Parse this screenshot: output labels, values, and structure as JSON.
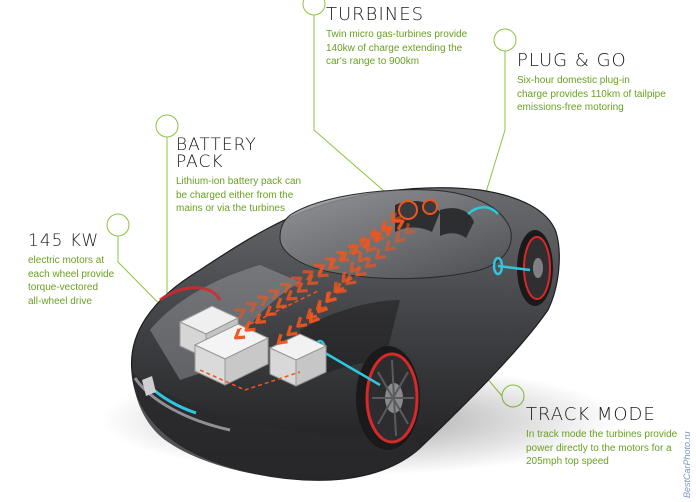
{
  "callouts": {
    "turbines": {
      "title": "TURBINES",
      "desc": "Twin micro gas-turbines provide\n140kw of charge extending the\ncar's range to 900km"
    },
    "plug_and_go": {
      "title": "PLUG & GO",
      "desc": "Six-hour domestic plug-in\ncharge provides 110km of tailpipe\nemissions-free motoring"
    },
    "battery_pack": {
      "title": "BATTERY\nPACK",
      "desc": "Lithium-ion battery pack can\nbe charged either from the\nmains or via the turbines"
    },
    "motors": {
      "title": "145 KW",
      "desc": "electric motors at\neach wheel provide\ntorque-vectored\nall-wheel drive"
    },
    "track_mode": {
      "title": "TRACK MODE",
      "desc": "In track mode the turbines provide\npower directly to the motors for a\n205mph top speed"
    }
  },
  "watermark": "BestCarPhoto.ru",
  "colors": {
    "leader_line": "#8cc63f",
    "desc_text": "#6aa121",
    "energy_flow": "#f0551e",
    "accent_cyan": "#2fc6e0",
    "brake_red": "#d8282a",
    "body_dark": "#3a3a3c"
  }
}
